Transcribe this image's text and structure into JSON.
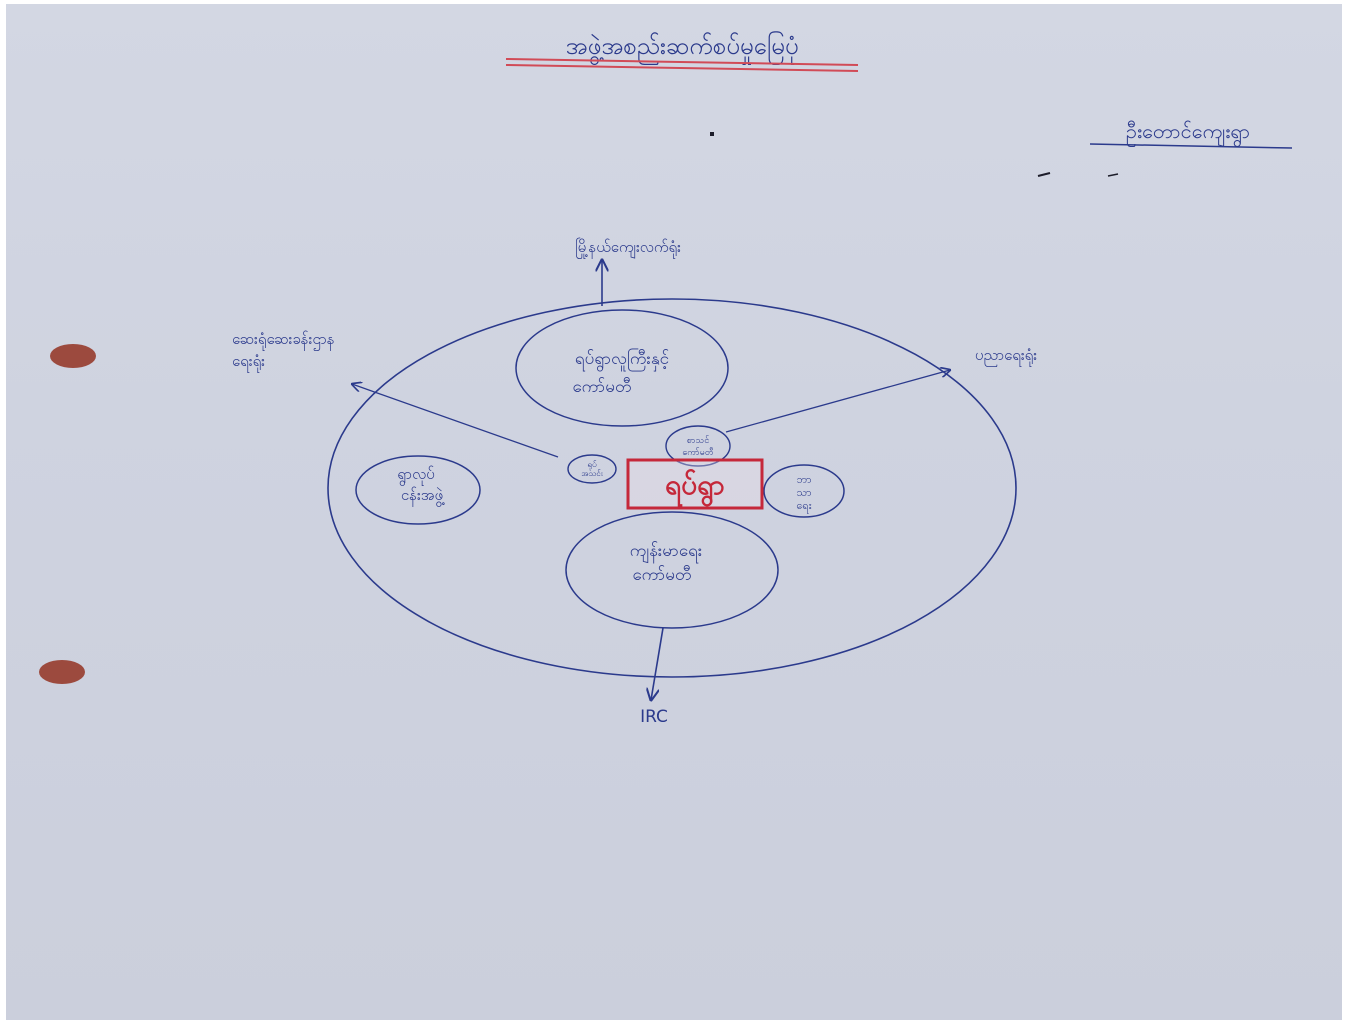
{
  "diagram": {
    "title": "အဖွဲ့အစည်းဆက်စပ်မှုမြေပုံ",
    "village": "ဦးတောင်ကျေးရွာ",
    "center_label": "ရပ်ရွာ",
    "nodes": {
      "top": [
        "ရပ်ရွာလူကြီးနှင့်",
        "ကော်မတီ"
      ],
      "left": [
        "ရွာလုပ်",
        "ငန်းအဖွဲ့"
      ],
      "bottom": [
        "ကျန်းမာရေး",
        "ကော်မတီ"
      ],
      "right_small": [
        "ဘာ",
        "သာ",
        "ရေး"
      ],
      "small_upper": [
        "စာသင်",
        "ကော်မတီ"
      ],
      "small_left": [
        "ရုပ်",
        "အသင်း"
      ]
    },
    "external": {
      "top": "မြို့နယ်ကျေးလက်ရုံး",
      "right": "ပညာရေးရုံး",
      "left": [
        "ဆေးရုံဆေးခန်းဌာန",
        "ရေးရုံး"
      ],
      "bottom": "IRC"
    },
    "colors": {
      "ink": "#2b3a8c",
      "center": "#c5283a",
      "paper": "#cfd3e0",
      "punch_hole": "#9c4a3e"
    }
  }
}
